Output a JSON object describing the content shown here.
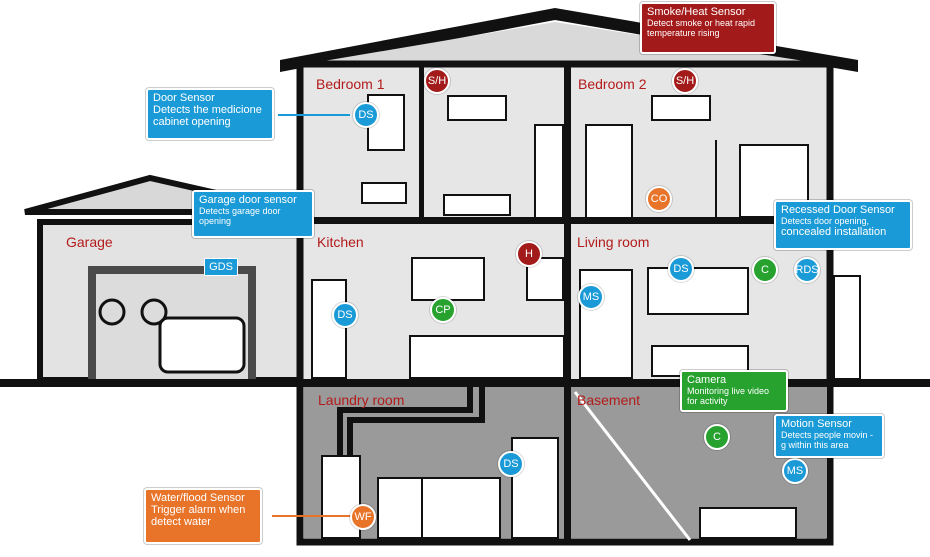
{
  "colors": {
    "red": "#a31a1a",
    "blue": "#1a9ad6",
    "green": "#27a22f",
    "orange": "#e8742a",
    "wall": "#111111",
    "room": "#e6e6e6",
    "basement": "#9a9a9a"
  },
  "rooms": {
    "bedroom1": "Bedroom 1",
    "bedroom2": "Bedroom 2",
    "garage": "Garage",
    "kitchen": "Kitchen",
    "living": "Living room",
    "laundry": "Laundry room",
    "basement": "Basement"
  },
  "sensors": {
    "sh1": "S/H",
    "sh2": "S/H",
    "ds_bed1": "DS",
    "co": "CO",
    "gds": "GDS",
    "ds_kitchen": "DS",
    "cp": "CP",
    "h": "H",
    "ds_living": "DS",
    "c_living": "C",
    "rds": "RDS",
    "ms_living": "MS",
    "c_base": "C",
    "ms_base": "MS",
    "ds_laundry": "DS",
    "wf": "WF"
  },
  "callouts": {
    "smoke": {
      "title": "Smoke/Heat Sensor",
      "desc": "Detect smoke or heat rapid temperature rising"
    },
    "door": {
      "title": "Door Sensor",
      "desc": "Detects the medicione cabinet opening"
    },
    "garage": {
      "title": "Garage door sensor",
      "desc": "Detects garage door opening"
    },
    "recessed": {
      "title": "Recessed Door Sensor",
      "desc": "Detects door opening,",
      "desc2": "concealed installation"
    },
    "camera": {
      "title": "Camera",
      "desc": "Monitoring live video for activity"
    },
    "motion": {
      "title": "Motion Sensor",
      "desc": "Detects people movin -g within this area"
    },
    "water": {
      "title": "Water/flood Sensor",
      "desc": "Trigger alarm when detect water"
    }
  }
}
